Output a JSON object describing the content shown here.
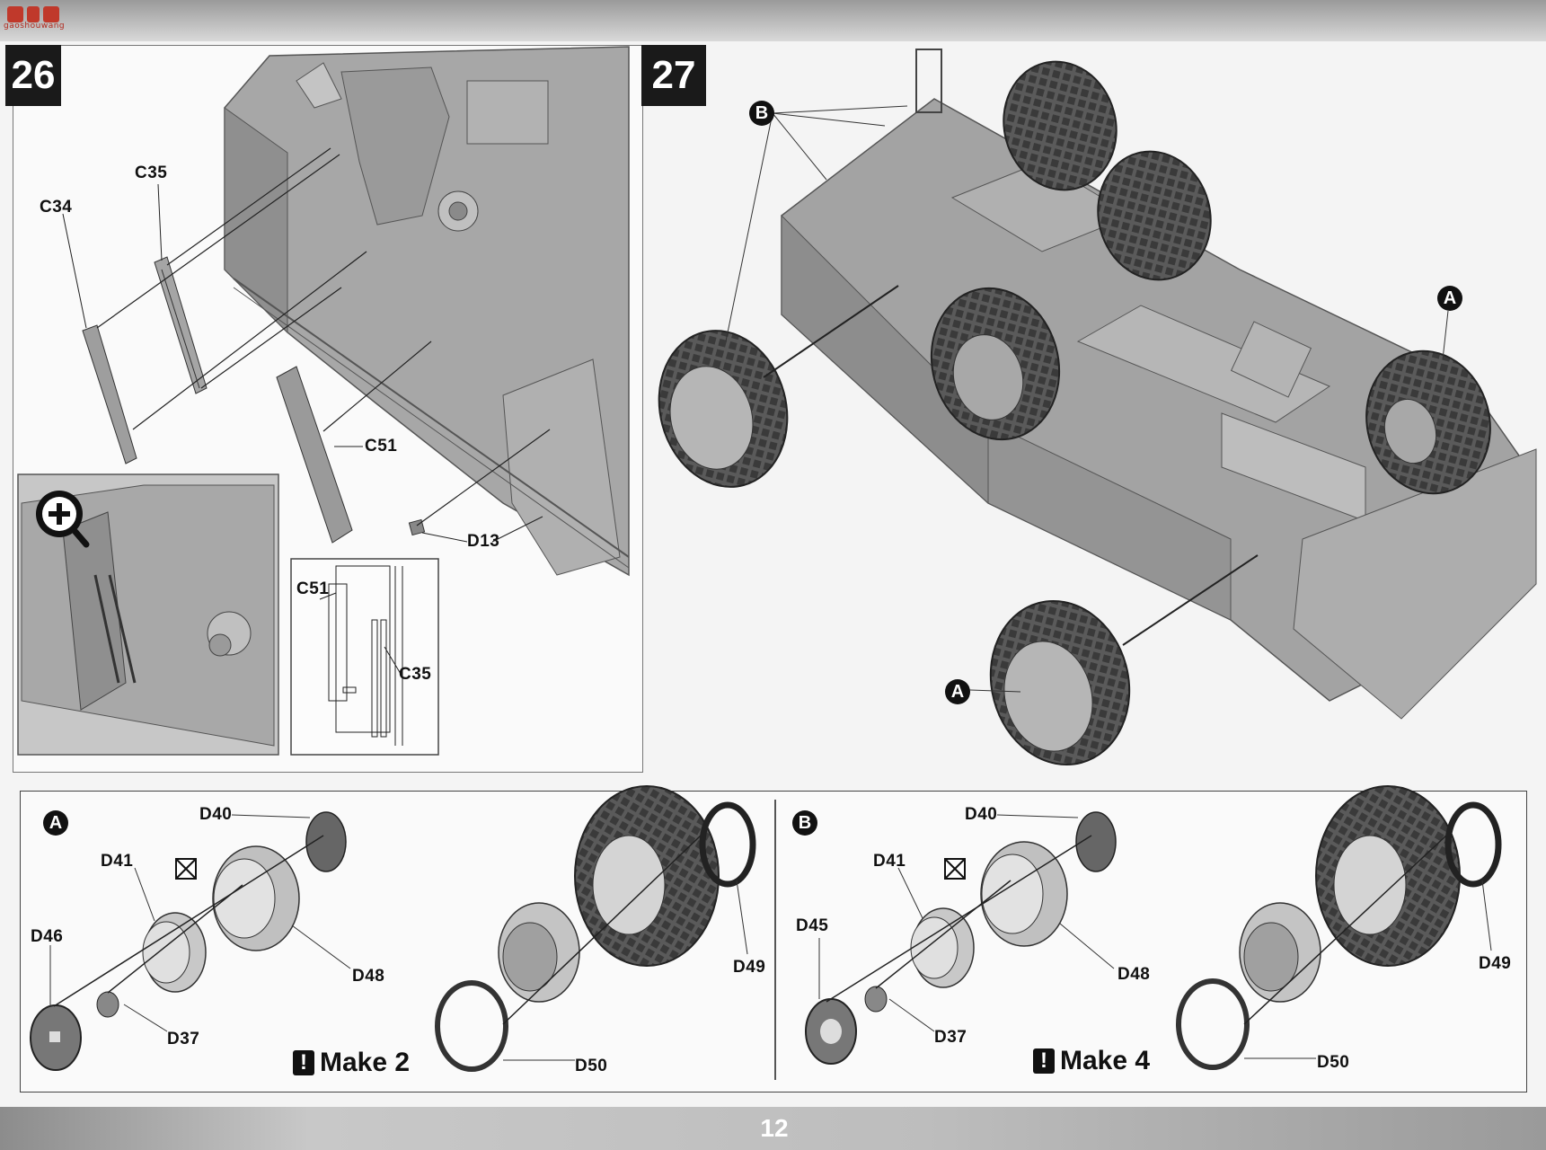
{
  "watermark": {
    "brand": "高手网",
    "sub": "gaoshouwang"
  },
  "page_number": "12",
  "step26": {
    "number": "26",
    "callouts": {
      "c34": "C34",
      "c35": "C35",
      "c51": "C51",
      "d13": "D13",
      "detail_c51": "C51",
      "detail_c35": "C35"
    },
    "zoom_icon": "magnifier-plus-icon"
  },
  "step27": {
    "number": "27",
    "labels": {
      "b": "B",
      "a_top": "A",
      "a_bottom": "A"
    }
  },
  "subA": {
    "label": "A",
    "parts": {
      "d40": "D40",
      "d41": "D41",
      "d46": "D46",
      "d37": "D37",
      "d48": "D48",
      "d49": "D49",
      "d50": "D50"
    },
    "make": "Make 2",
    "warn": "!"
  },
  "subB": {
    "label": "B",
    "parts": {
      "d40": "D40",
      "d41": "D41",
      "d45": "D45",
      "d37": "D37",
      "d48": "D48",
      "d49": "D49",
      "d50": "D50"
    },
    "make": "Make 4",
    "warn": "!"
  },
  "colors": {
    "paper": "#f4f4f4",
    "ink": "#111111",
    "hull": "#9c9c9c",
    "tire": "#4a4a4a"
  }
}
